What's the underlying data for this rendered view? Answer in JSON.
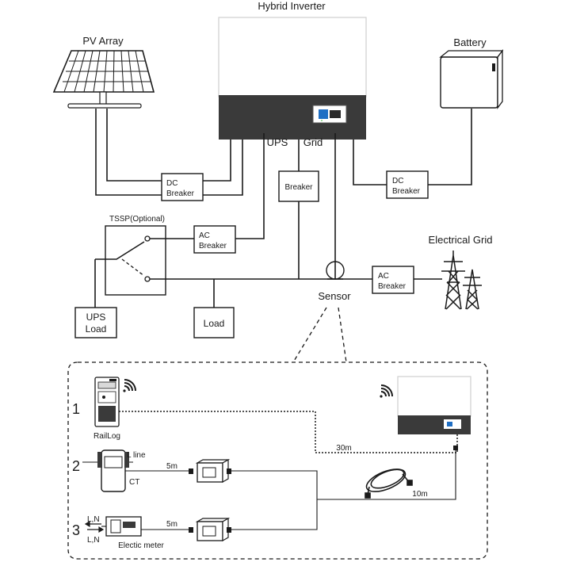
{
  "labels": {
    "inverter_title": "Hybrid Inverter",
    "pv_array": "PV Array",
    "battery": "Battery",
    "ups": "UPS",
    "grid": "Grid",
    "dc_breaker_top": "DC",
    "dc_breaker_bottom": "Breaker",
    "breaker": "Breaker",
    "ac_breaker_top": "AC",
    "ac_breaker_bottom": "Breaker",
    "tssp": "TSSP(Optional)",
    "ups_load_top": "UPS",
    "ups_load_bottom": "Load",
    "load": "Load",
    "sensor": "Sensor",
    "electrical_grid": "Electrical Grid"
  },
  "sensor_options": {
    "option_1": "1",
    "option_2": "2",
    "option_3": "3",
    "raillog": "RailLog",
    "l_line": "L line",
    "ct": "CT",
    "ln_in": "L,N",
    "ln_out": "L,N",
    "electric_meter": "Electic meter",
    "cable_5m_ct": "5m",
    "cable_5m_meter": "5m",
    "cable_30m": "30m",
    "cable_10m": "10m"
  },
  "icons": [
    "solar-panel-icon",
    "battery-icon",
    "inverter-icon",
    "transmission-tower-icon",
    "current-sensor-icon",
    "wifi-icon",
    "raillog-device-icon",
    "ct-clamp-icon",
    "electric-meter-icon",
    "rj45-coupler-icon",
    "cable-coil-icon"
  ]
}
